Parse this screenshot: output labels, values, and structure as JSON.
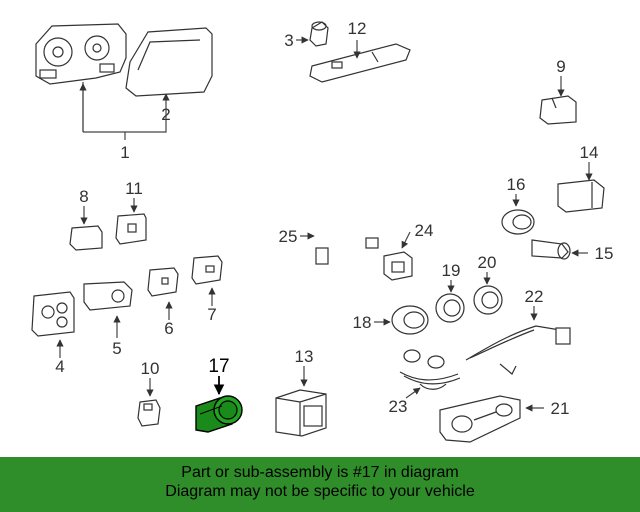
{
  "callouts": [
    "1",
    "2",
    "3",
    "4",
    "5",
    "6",
    "7",
    "8",
    "9",
    "10",
    "11",
    "12",
    "13",
    "14",
    "15",
    "16",
    "17",
    "18",
    "19",
    "20",
    "21",
    "22",
    "23",
    "24",
    "25"
  ],
  "highlight": {
    "callout": "17",
    "color": "#1a8a1a"
  },
  "banner": {
    "line1": "Part or sub-assembly is #17 in diagram",
    "line2": "Diagram may not be specific to your vehicle",
    "color": "#2f8d2a"
  }
}
